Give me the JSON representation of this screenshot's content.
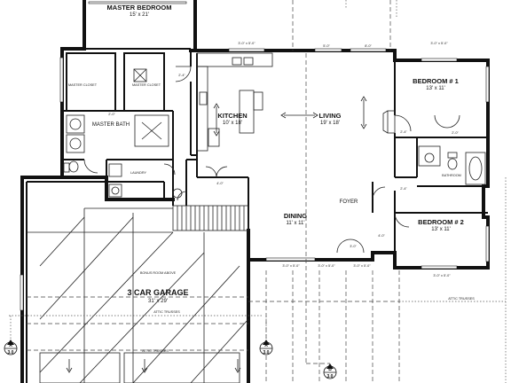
{
  "rooms": {
    "master_bedroom": {
      "name": "MASTER BEDROOM",
      "size": "15' x 21'"
    },
    "master_closet_left": {
      "name": "MASTER CLOSET"
    },
    "master_closet_right": {
      "name": "MASTER CLOSET"
    },
    "master_bath": {
      "name": "MASTER BATH"
    },
    "laundry": {
      "name": "LAUNDRY"
    },
    "kitchen": {
      "name": "KITCHEN",
      "size": "10' x 18'"
    },
    "living": {
      "name": "LIVING",
      "size": "19' x 18'"
    },
    "bedroom1": {
      "name": "BEDROOM # 1",
      "size": "13' x 11'"
    },
    "bathroom": {
      "name": "BATHROOM"
    },
    "foyer": {
      "name": "FOYER"
    },
    "dining": {
      "name": "DINING",
      "size": "11' x 11'"
    },
    "bedroom2": {
      "name": "BEDROOM # 2",
      "size": "13' x 11'"
    },
    "garage": {
      "name": "3 CAR GARAGE",
      "size": "31' x 29'"
    }
  },
  "notes": {
    "bonus_room_above": "BONUS ROOM ABOVE",
    "attic_trusses_1": "ATTIC TRUSSES",
    "attic_trusses_2": "ATTIC TRUSSES",
    "attic_trusses_3": "ATTIC TRUSSES"
  },
  "dimensions": {
    "d_2_4_a": "2'-4\"",
    "d_2_4_b": "2'-4\"",
    "d_2_4_c": "2'-4\"",
    "d_2_0_a": "2'-0\"",
    "d_2_0_b": "2'-0\"",
    "d_4_0_a": "4'-0\"",
    "d_4_0_b": "4'-0\"",
    "d_3_0_a": "3'-0\"",
    "d_5_0": "5'-0\"",
    "d_8_0": "8'-0\"",
    "d_3x5_a": "3'-0\" x 5'-0\"",
    "d_3x5_b": "3'-0\" x 5'-0\"",
    "d_3x5_c": "3'-0\" x 5'-0\"",
    "d_3x5_d": "3'-0\" x 5'-0\"",
    "d_3x5_e": "3'-0\" x 5'-0\"",
    "d_3x5_f": "3'-0\" x 5'-0\""
  },
  "sections": {
    "a_left": {
      "letter": "A",
      "sheet": "3.0"
    },
    "a_right": {
      "letter": "A",
      "sheet": "3.0"
    },
    "b_bottom": {
      "letter": "B",
      "sheet": "3.0"
    }
  }
}
